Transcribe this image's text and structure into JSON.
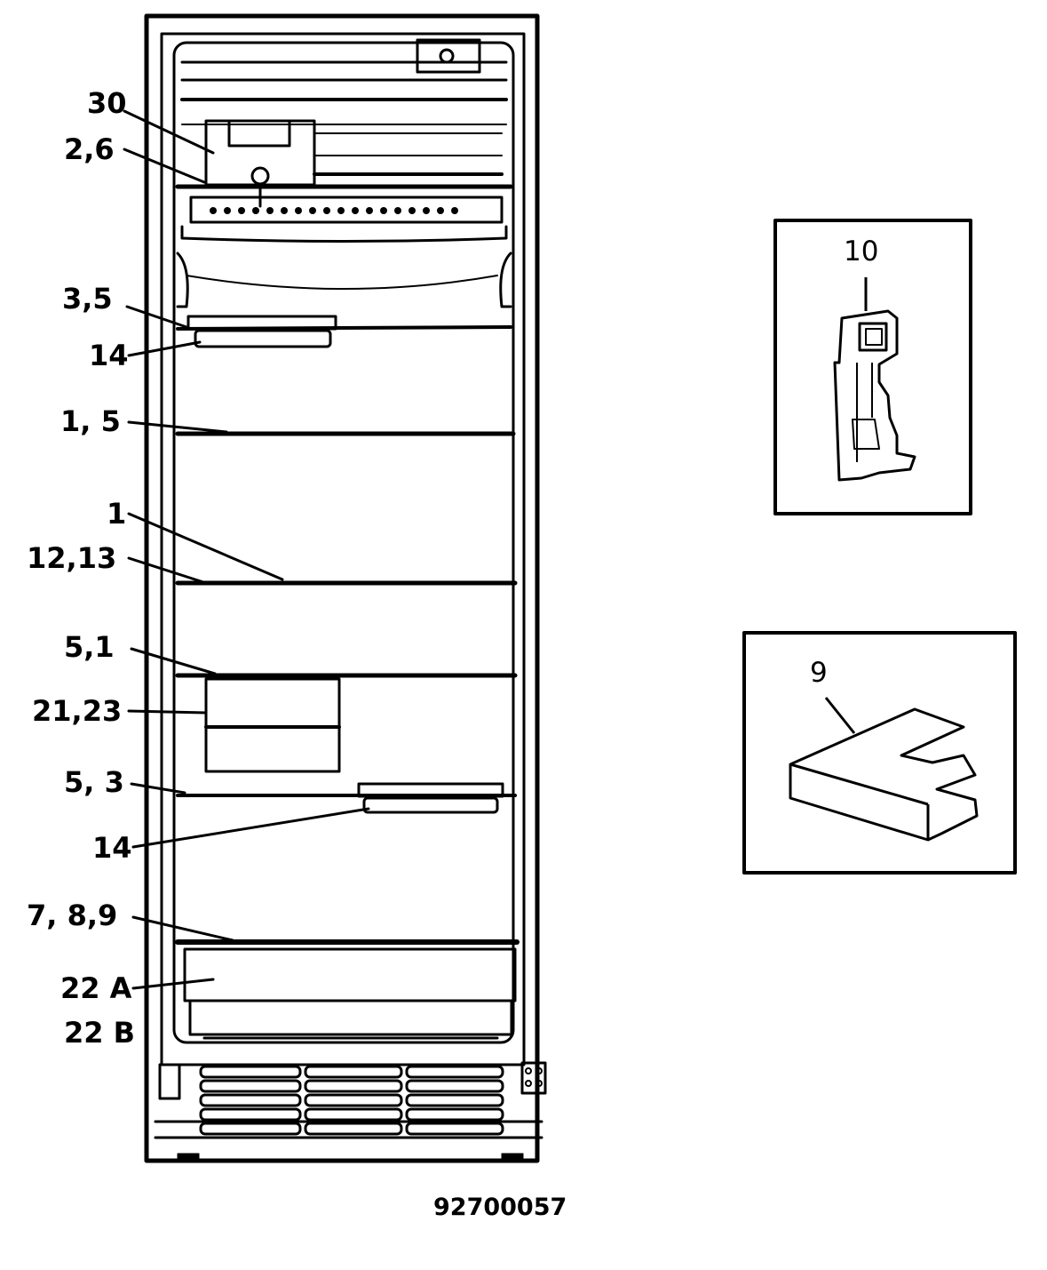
{
  "labels": {
    "l30": "30",
    "l26": "2,6",
    "l35": "3,5",
    "l14a": "14",
    "l15": "1, 5",
    "l1": "1",
    "l1213": "12,13",
    "l51": "5,1",
    "l2123": "21,23",
    "l53": "5, 3",
    "l14b": "14",
    "l789": "7, 8,9",
    "l22a": "22 A",
    "l22b": "22 B"
  },
  "insets": {
    "top_label": "10",
    "bottom_label": "9"
  },
  "part_code": "92700057"
}
